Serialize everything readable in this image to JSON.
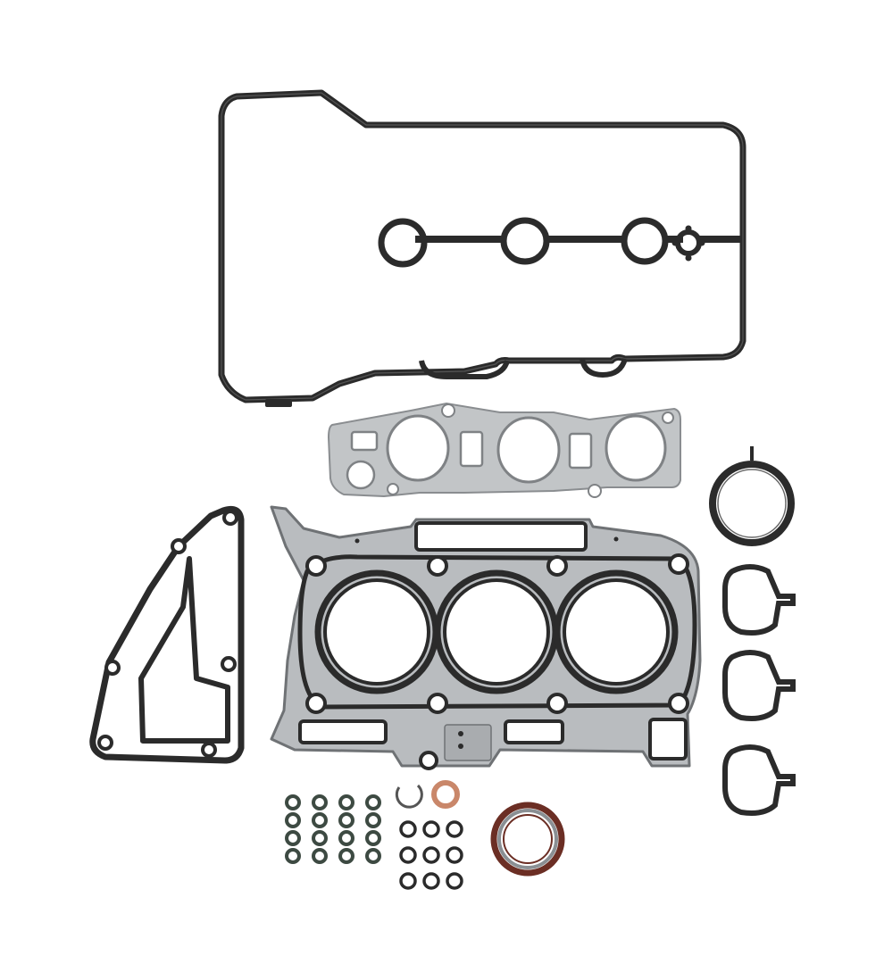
{
  "colors": {
    "background": "#ffffff",
    "rubber": "#2b2b2b",
    "rubber_edge": "#111111",
    "steel": "#b8bbbd",
    "steel_dark": "#7f8285",
    "steel_light": "#d9dbdc",
    "copper": "#c9876a",
    "seal_brown": "#6b2e24",
    "seal_ring": "#8a8f93",
    "valve_seal": "#3d4a42"
  },
  "parts": {
    "valve_stem_seal_count": 16,
    "small_oring_count": 9,
    "head_gasket_bore_count": 3,
    "intake_port_gasket_count": 3
  }
}
